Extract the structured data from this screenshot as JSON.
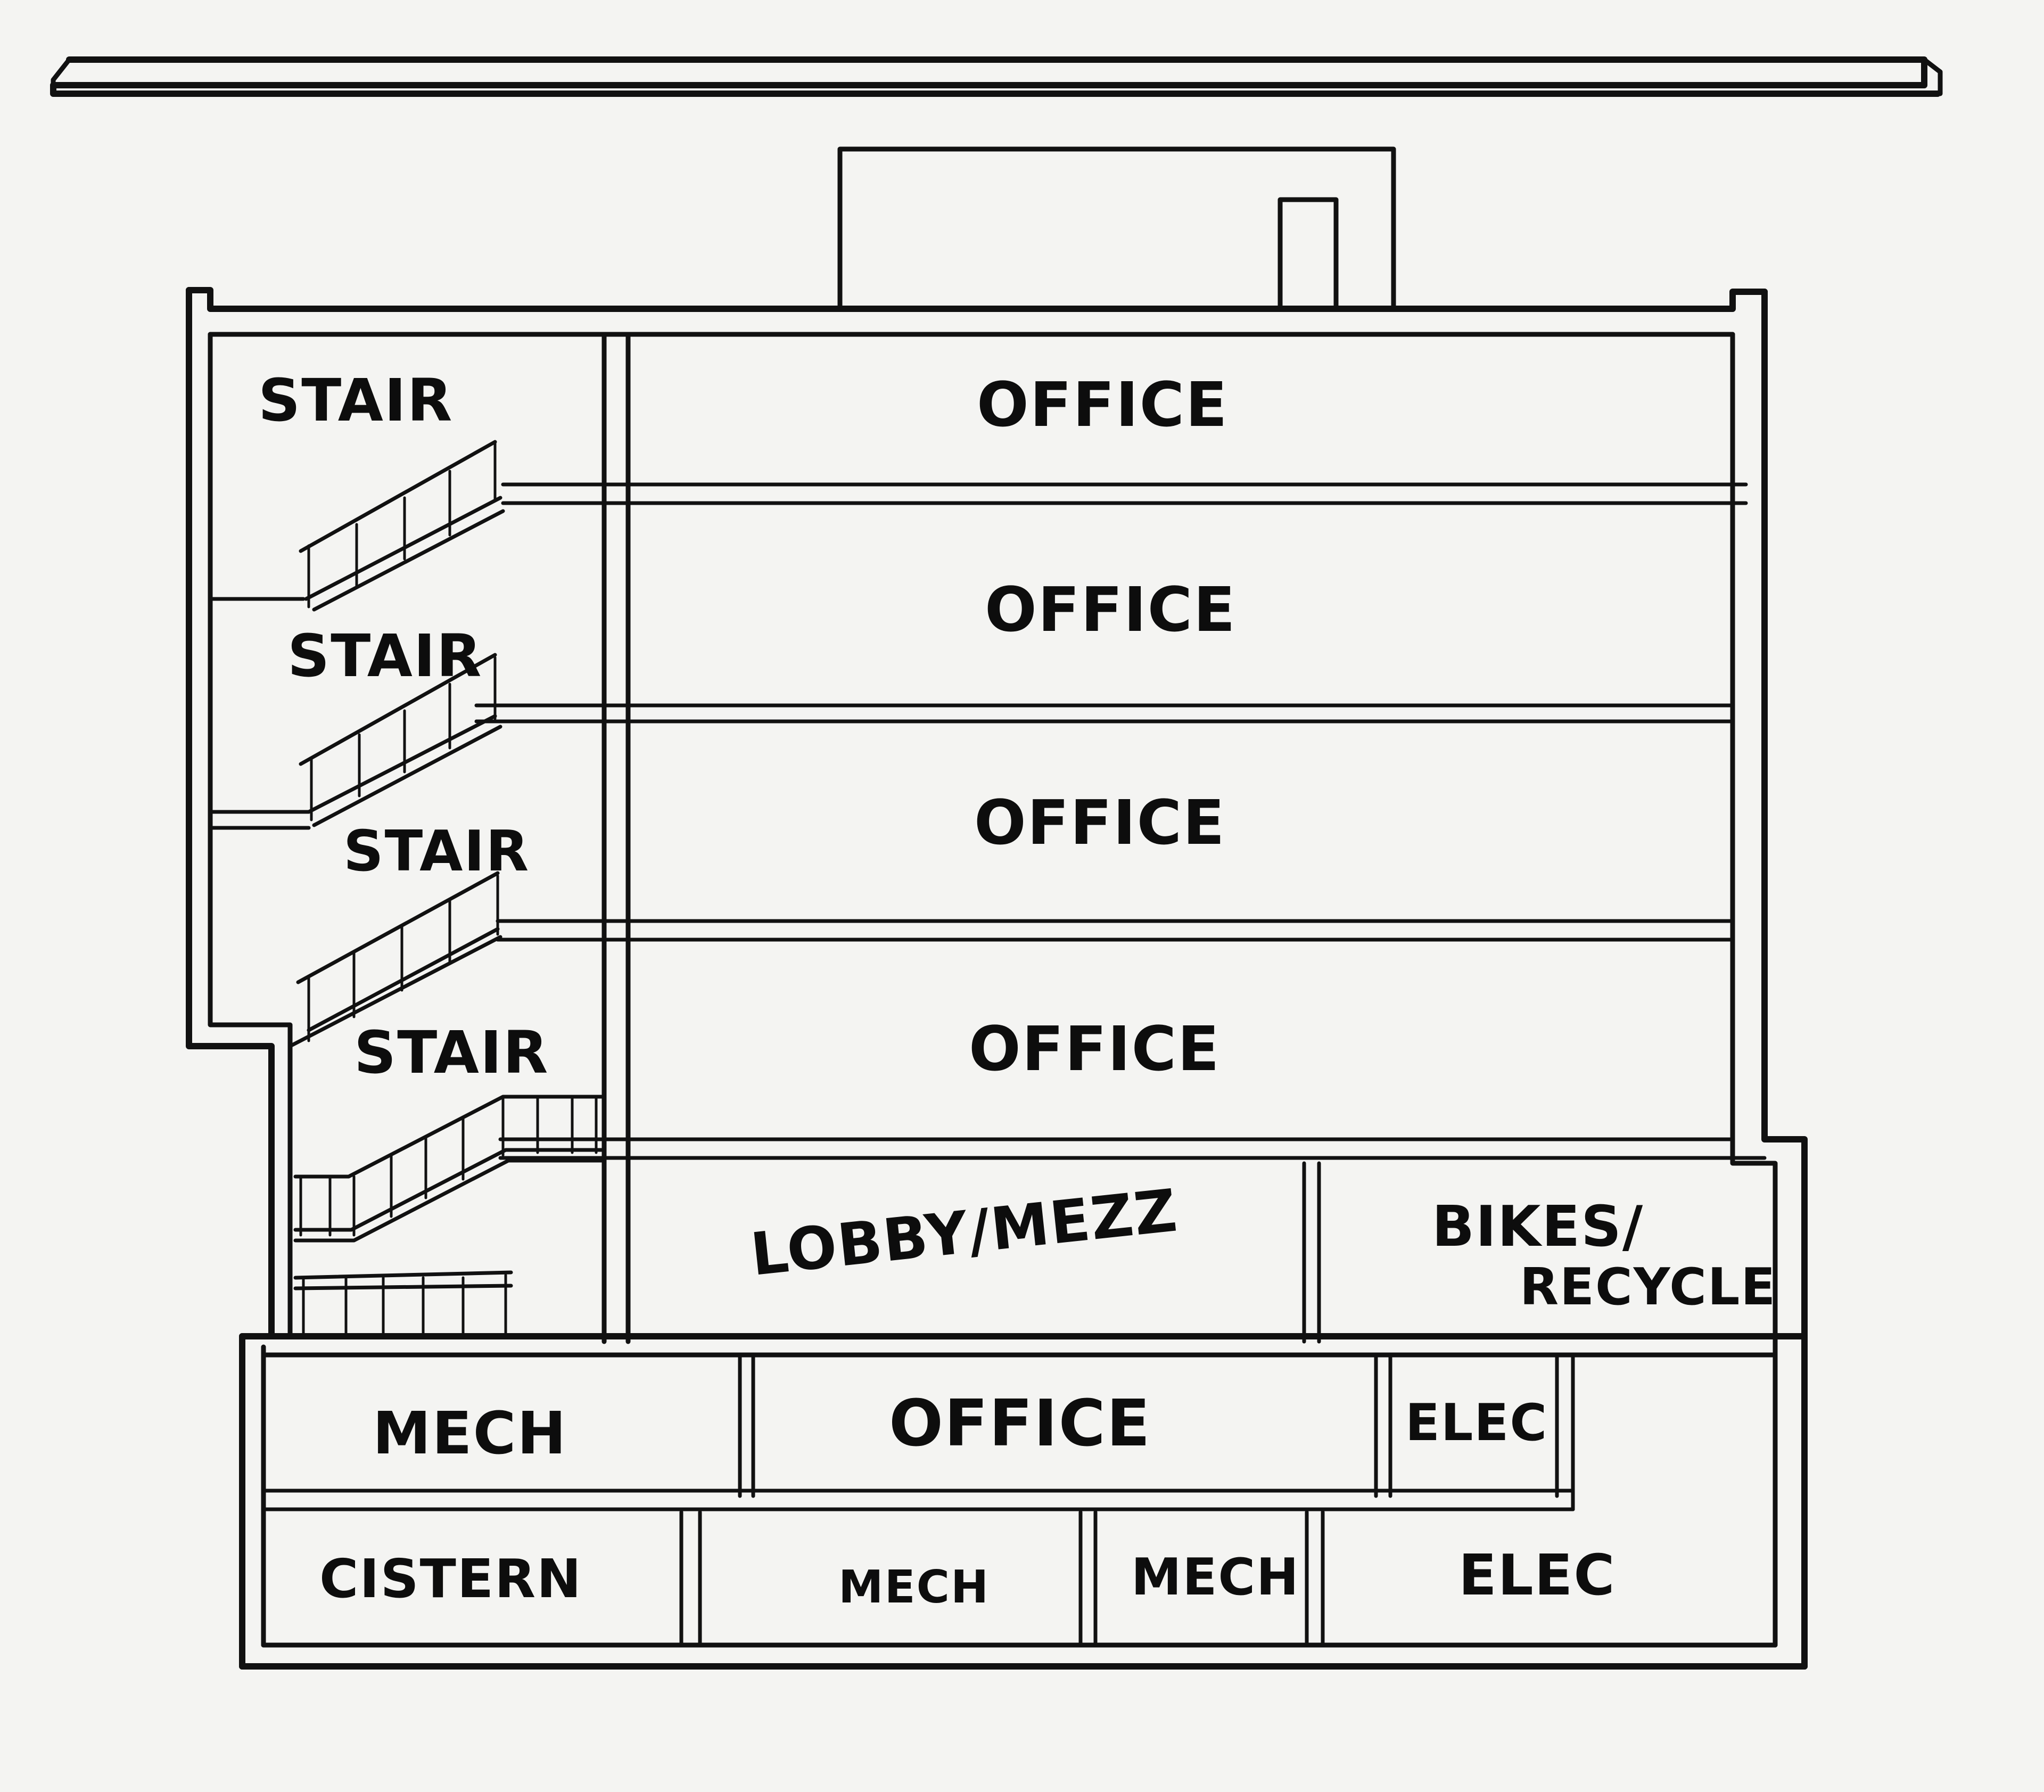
{
  "stair_labels": [
    "STAIR",
    "STAIR",
    "STAIR",
    "STAIR"
  ],
  "rooms": {
    "office_floor_1": "OFFICE",
    "office_floor_2": "OFFICE",
    "office_floor_3": "OFFICE",
    "office_floor_4": "OFFICE",
    "lobby": "LOBBY/MEZZ",
    "bikes_line1": "BIKES/",
    "bikes_line2": "RECYCLE",
    "basement1_mech": "MECH",
    "basement1_office": "OFFICE",
    "basement1_elec": "ELEC",
    "basement2_cistern": "CISTERN",
    "basement2_mech_a": "MECH",
    "basement2_mech_b": "MECH",
    "basement2_elec": "ELEC"
  }
}
